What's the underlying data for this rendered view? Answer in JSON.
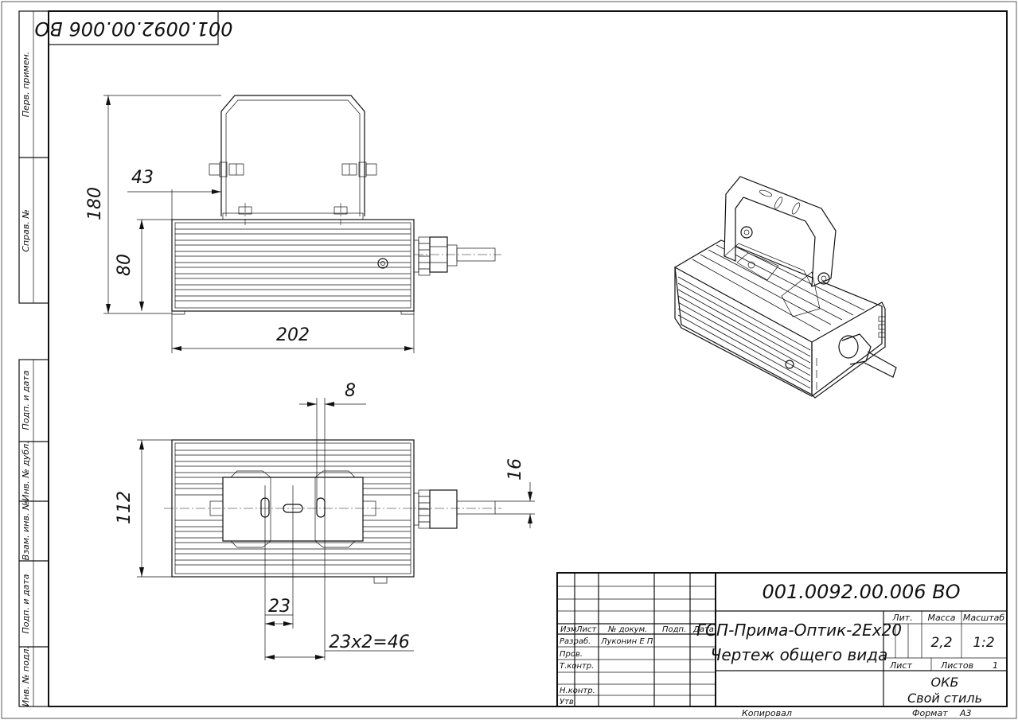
{
  "sheet": {
    "designation": "001.0092.00.006 ВО",
    "stamp_designation": "001.0092.00.006 ВО",
    "product_name": "ГСП-Прима-Оптик-2Ex20",
    "document_name": "Чертеж общего вида",
    "mass": "2,2",
    "scale": "1:2",
    "sheet_label": "Лист",
    "sheets_label": "Листов",
    "sheets_count": "1",
    "org_line1": "ОКБ",
    "org_line2": "Свой стиль",
    "copied_label": "Копировал",
    "format_label": "Формат",
    "format_value": "А3"
  },
  "title_block": {
    "col_headers": [
      "Изм",
      "Лист",
      "№ докум.",
      "Подп.",
      "Дата"
    ],
    "lit_label": "Лит.",
    "mass_label": "Масса",
    "scale_label": "Масштаб",
    "rows": [
      {
        "role": "Разраб.",
        "name": "Луконин Е П"
      },
      {
        "role": "Пров.",
        "name": ""
      },
      {
        "role": "Т.контр.",
        "name": ""
      },
      {
        "role": "Н.контр.",
        "name": ""
      },
      {
        "role": "Утв.",
        "name": ""
      }
    ]
  },
  "margin_stamp": {
    "upper": [
      "Перв. примен.",
      "Справ. №"
    ],
    "lower": [
      "Подп. и дата",
      "Инв. № дубл.",
      "Взам. инв. №",
      "Подп. и дата",
      "Инв. № подл."
    ]
  },
  "dimensions": {
    "height_total": "180",
    "height_body": "80",
    "bracket_offset": "43",
    "length": "202",
    "width": "112",
    "slot_width": "8",
    "cable_dia": "16",
    "slot_step": "23",
    "slot_span": "23x2=46"
  }
}
